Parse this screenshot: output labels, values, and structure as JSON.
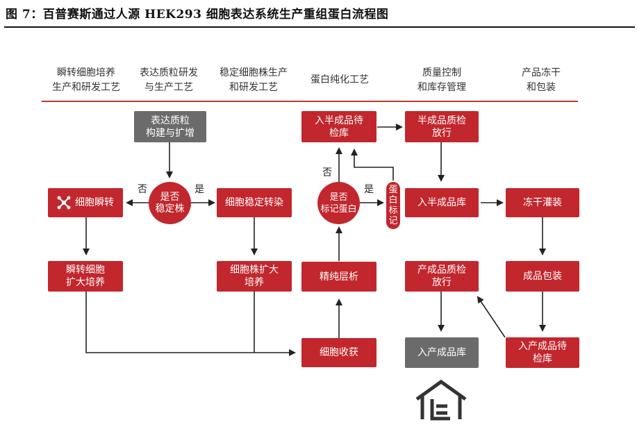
{
  "figure_title": "图 7：百普赛斯通过人源 HEK293 细胞表达系统生产重组蛋白流程图",
  "column_headers": [
    "瞬转细胞培养\n生产和研发工艺",
    "表达质粒研发\n与生产工艺",
    "稳定细胞株生产\n和研发工艺",
    "蛋白纯化工艺",
    "质量控制\n和库存管理",
    "产品冻干\n和包装"
  ],
  "nodes": {
    "plasmid_build": "表达质粒\n构建与扩增",
    "decision_stable": "是否\n稳定株",
    "transient": "细胞瞬转",
    "stable_transfect": "细胞稳定转染",
    "transient_expand": "瞬转细胞\n扩大培养",
    "stable_expand": "细胞株扩大\n培养",
    "harvest": "细胞收获",
    "purify": "精纯层析",
    "decision_label": "是否\n标记蛋白",
    "label_protein": "蛋白标记",
    "semi_wait": "入半成品待\n检库",
    "semi_qc": "半成品质检\n放行",
    "semi_store": "入半成品库",
    "freeze_fill": "冻干灌装",
    "final_pack": "成品包装",
    "final_wait": "入产成品待\n检库",
    "final_qc": "产成品质检\n放行",
    "final_store": "入产成品库"
  },
  "edge_labels": {
    "no_left": "否",
    "yes_right": "是",
    "no_up": "否",
    "yes_label": "是"
  },
  "colors": {
    "accent": "#c1272d",
    "gray": "#6b6b6b"
  },
  "icons": [
    "molecule-icon",
    "warehouse-icon"
  ]
}
